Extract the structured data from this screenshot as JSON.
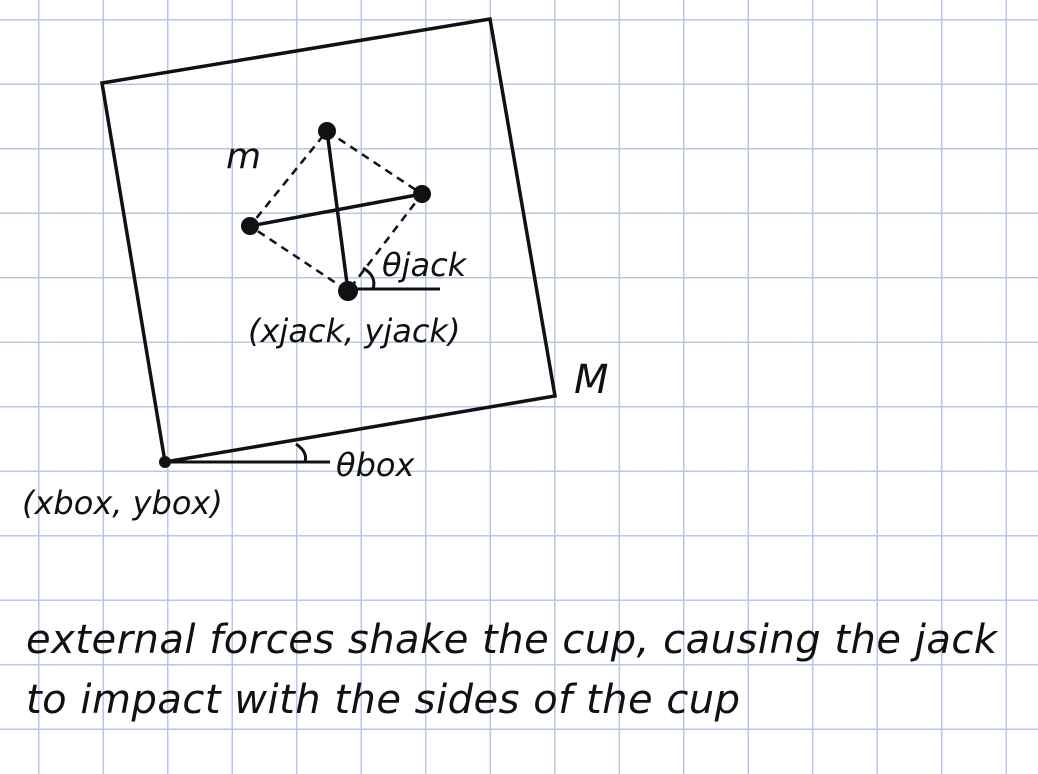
{
  "labels": {
    "small_mass": "m",
    "big_mass": "M",
    "theta_jack": "θjack",
    "theta_box": "θbox",
    "jack_position": "(xjack, yjack)",
    "box_position": "(xbox, ybox)"
  },
  "caption": {
    "line1": "external forces shake the cup, causing the jack",
    "line2": "to impact with the sides of the cup"
  },
  "colors": {
    "ink": "#111111",
    "grid": "#b7c8e6",
    "paper": "#ffffff"
  }
}
